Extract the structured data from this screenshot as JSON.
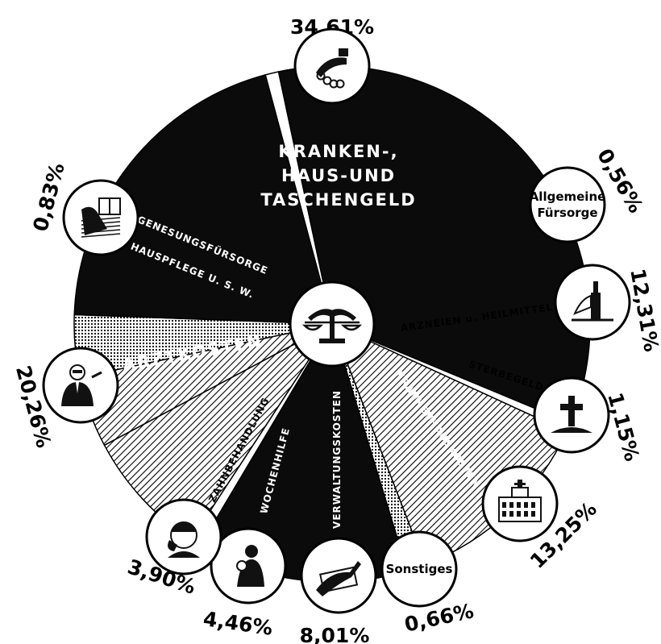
{
  "chart_data": {
    "type": "pie",
    "title": "",
    "center_start_angle_deg": 0,
    "slices": [
      {
        "key": "krankenhaus_taschengeld",
        "label": "KRANKEN-,\nHAUS-UND\nTASCHENGELD",
        "value": 34.61,
        "pct_label": "34,61%",
        "fill": "#0b0b0b",
        "icon": "hand-coins-icon"
      },
      {
        "key": "allgemeine_fuersorge",
        "label": "Allgemeine\nFürsorge",
        "value": 0.56,
        "pct_label": "0,56%",
        "fill": "#ffffff",
        "icon": "text-badge-icon"
      },
      {
        "key": "arzneien",
        "label": "ARZNEIEN u. HEILMITTEL",
        "value": 12.31,
        "pct_label": "12,31%",
        "fill": "#bdbdbd",
        "icon": "medicine-bottle-icon"
      },
      {
        "key": "sterbegeld",
        "label": "STERBEGELD",
        "value": 1.15,
        "pct_label": "1,15%",
        "fill": "#f2f2f2",
        "icon": "grave-cross-icon"
      },
      {
        "key": "krankenhauskosten",
        "label": "KRANKENHAUSKOSTEN",
        "value": 13.25,
        "pct_label": "13,25%",
        "fill": "#0b0b0b",
        "icon": "hospital-icon"
      },
      {
        "key": "sonstiges",
        "label": "Sonstiges",
        "value": 0.66,
        "pct_label": "0,66%",
        "fill": "#ffffff",
        "icon": "text-badge-icon"
      },
      {
        "key": "verwaltungskosten",
        "label": "VERWALTUNGSKOSTEN",
        "value": 8.01,
        "pct_label": "8,01%",
        "fill": "#1a1a1a",
        "icon": "writing-hand-icon"
      },
      {
        "key": "wochenhilfe",
        "label": "WOCHENHILFE",
        "value": 4.46,
        "pct_label": "4,46%",
        "fill": "#5a5a5a",
        "icon": "mother-child-icon"
      },
      {
        "key": "zahnbehandlung",
        "label": "ZAHNBEHANDLUNG",
        "value": 3.9,
        "pct_label": "3,90%",
        "fill": "#9a9a9a",
        "icon": "toothache-face-icon"
      },
      {
        "key": "arztkosten",
        "label": "ARZTKOSTEN",
        "value": 20.26,
        "pct_label": "20,26%",
        "fill": "#0b0b0b",
        "icon": "doctor-icon"
      },
      {
        "key": "genesungsfuersorge",
        "label": "GENESUNGSFÜRSORGE\nHAUSPFLEGE U. S. W.",
        "value": 0.83,
        "pct_label": "0,83%",
        "fill": "#ffffff",
        "icon": "convalescent-room-icon"
      }
    ],
    "center_icon": "scales-hands-icon"
  },
  "colors": {
    "ink": "#0b0b0b",
    "paper": "#ffffff"
  }
}
